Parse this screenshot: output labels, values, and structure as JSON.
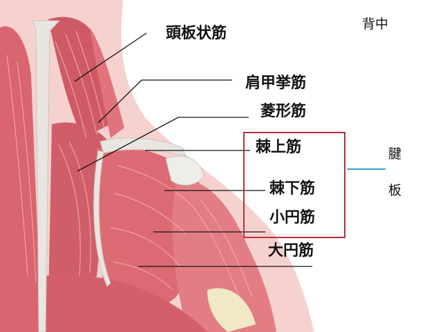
{
  "labels": {
    "splenius_capitis": "頭板状筋",
    "levator_scapulae": "肩甲挙筋",
    "rhomboid": "菱形筋",
    "supraspinatus": "棘上筋",
    "infraspinatus": "棘下筋",
    "teres_minor": "小円筋",
    "teres_major": "大円筋"
  },
  "side_text": {
    "back": "背中",
    "tendon_line1": "腱",
    "tendon_line2": "板"
  },
  "colors": {
    "muscle": "#d9656e",
    "muscle_light": "#eea4a6",
    "skin": "#f6d2cf",
    "bone": "#e9e6e1",
    "box_border": "#b5303a",
    "tick": "#2aa7c4"
  }
}
